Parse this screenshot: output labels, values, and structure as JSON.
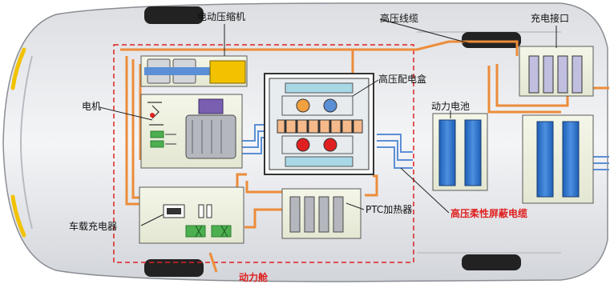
{
  "labels": {
    "compressor": "电动压缩机",
    "hv_cable": "高压线缆",
    "charge_port": "充电接口",
    "hv_box": "高压配电盒",
    "motor": "电机",
    "battery": "动力电池",
    "ptc": "PTC加热器",
    "shield_cable": "高压柔性屏蔽电缆",
    "obc": "车载充电器",
    "power_bay": "动力舱"
  },
  "colors": {
    "hv_cable": "#ec8c3a",
    "signal_cable": "#5b8fd6",
    "dashed_frame": "#e02020",
    "battery_cell": "#2f72c6",
    "compressor_motor": "#f2c200",
    "highlight_label": "#e02020"
  }
}
